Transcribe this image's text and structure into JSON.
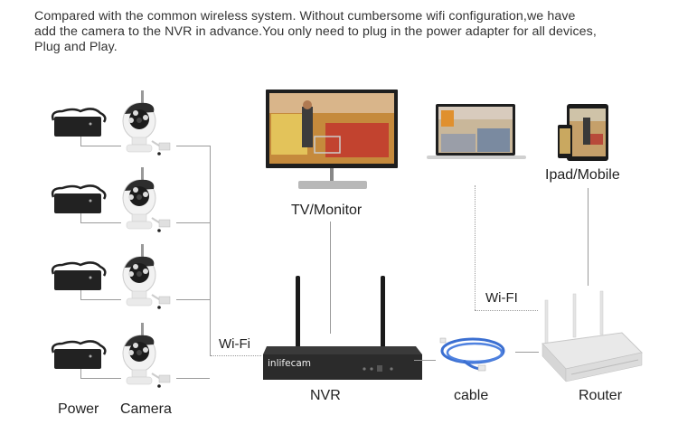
{
  "intro": {
    "line1": "Compared with the common wireless system. Without cumbersome wifi configuration,we have",
    "line2": "add the camera to the NVR in advance.You only need to plug in the power adapter for all devices,",
    "line3": "Plug and Play."
  },
  "labels": {
    "power": "Power",
    "camera": "Camera",
    "wifi_left": "Wi-Fi",
    "tv_monitor": "TV/Monitor",
    "nvr": "NVR",
    "cable": "cable",
    "router": "Router",
    "wifi_right": "Wi-FI",
    "ipad_mobile": "Ipad/Mobile"
  },
  "nvr_brand": "inlifecam",
  "devices": {
    "camera_count": 4,
    "power_adapter_count": 4
  },
  "colors": {
    "line": "#9a9a9a",
    "cable_blue": "#3b6fd1",
    "device_dark": "#2b2b2b",
    "router_white": "#e6e6e6"
  }
}
